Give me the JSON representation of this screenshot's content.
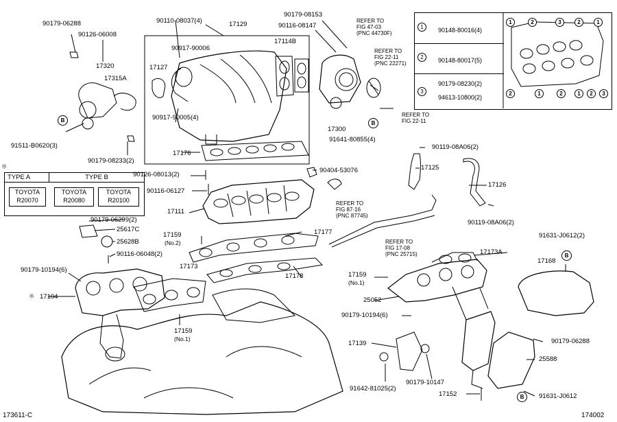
{
  "labels": {
    "p90179_06288_top": "90179-06288",
    "p90126_06008": "90126-06008",
    "p17320": "17320",
    "p17315A": "17315A",
    "p91511_B0620": "91511-B0620(3)",
    "p90179_08233": "90179-08233(2)",
    "p90110_08037": "90110-08037(4)",
    "p17129": "17129",
    "p90917_90006": "90917-90006",
    "p17114B": "17114B",
    "p17127": "17127",
    "p90917_90005": "90917-90005(4)",
    "p17176": "17176",
    "p90179_08153": "90179-08153",
    "p90116_08147": "90116-08147",
    "p17300": "17300",
    "p91641_80855": "91641-80855(4)",
    "p90126_08013": "90126-08013(2)",
    "p90116_06127": "90116-06127",
    "p17111": "17111",
    "p90404_53076": "90404-53076",
    "p90179_06299": "90179-06299(2)",
    "p25617C": "25617C",
    "p25628B": "25628B",
    "p90116_06048": "90116-06048(2)",
    "p90179_10194_left": "90179-10194(6)",
    "p17104": "17104",
    "p17159_no2": "17159",
    "p17159_no2_sub": "(No.2)",
    "p17173": "17173",
    "p17177": "17177",
    "p17178": "17178",
    "p17159_no1_bot": "17159",
    "p17159_no1_bot_sub": "(No.1)",
    "p90119_08A06_top": "90119-08A06(2)",
    "p17125": "17125",
    "p17126": "17126",
    "p90119_08A06_bot": "90119-08A06(2)",
    "p91631_J0612_2": "91631-J0612(2)",
    "p17168": "17168",
    "p17173A": "17173A",
    "p17159_no1_right": "17159",
    "p17159_no1_right_sub": "(No.1)",
    "p25052": "25052",
    "p90179_10194_right": "90179-10194(6)",
    "p17139": "17139",
    "p90179_06288_right": "90179-06288",
    "p25588": "25588",
    "p91642_81025": "91642-81025(2)",
    "p90179_10147": "90179-10147",
    "p17152": "17152",
    "p91631_J0612": "91631-J0612"
  },
  "refs": {
    "fig47": [
      "REFER TO",
      "FIG 47-03",
      "(PNC 44730F)"
    ],
    "fig22a": [
      "REFER TO",
      "FIG 22-11",
      "(PNC 22271)"
    ],
    "fig22b": [
      "REFER TO",
      "FIG 22-11"
    ],
    "fig87": [
      "REFER TO",
      "FIG 87-16",
      "(PNC 87745)"
    ],
    "fig17": [
      "REFER TO",
      "FIG 17-08",
      "(PNC 25715)"
    ]
  },
  "type_table": {
    "type_a": "TYPE A",
    "type_b": "TYPE B",
    "cell1": [
      "TOYOTA",
      "R20070"
    ],
    "cell2": [
      "TOYOTA",
      "R20080"
    ],
    "cell3": [
      "TOYOTA",
      "R20100"
    ]
  },
  "legend": {
    "r1_num": "1",
    "r1_code": "90148-80016(4)",
    "r2_num": "2",
    "r2_code": "90148-80017(5)",
    "r3_num": "3",
    "r3_code_a": "90179-08230(2)",
    "r3_code_b": "94613-10800(2)"
  },
  "circle_b": "B",
  "footer": {
    "left": "173611-C",
    "right": "174002"
  }
}
